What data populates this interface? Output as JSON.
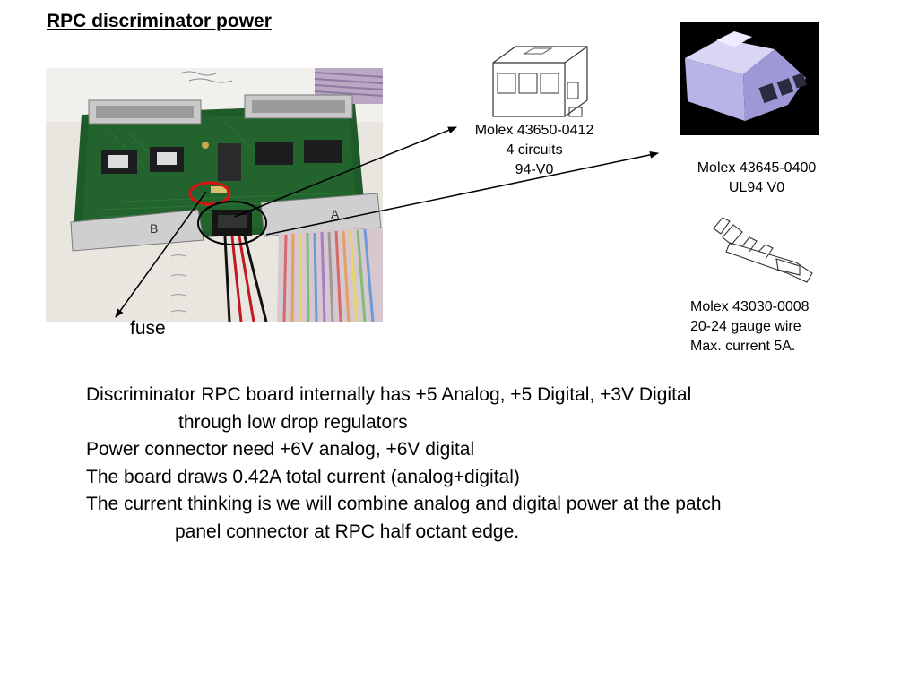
{
  "slide": {
    "title": "RPC discriminator power"
  },
  "photo_board": {
    "silkscreen_b": "B",
    "silkscreen_a": "A"
  },
  "connector_43650": {
    "part_number": "Molex 43650-0412",
    "circuits": "4 circuits",
    "rating": "94-V0"
  },
  "connector_43645": {
    "part_number": "Molex 43645-0400",
    "rating": "UL94 V0"
  },
  "terminal_43030": {
    "part_number": "Molex 43030-0008",
    "wire": "20-24 gauge wire",
    "current": "Max. current 5A."
  },
  "fuse_label": "fuse",
  "body": {
    "line1": "Discriminator RPC board internally has +5 Analog, +5 Digital, +3V Digital",
    "line2": "through low drop regulators",
    "line3": "Power connector need +6V analog, +6V digital",
    "line4": "The board draws 0.42A total current (analog+digital)",
    "line5": "The current thinking is we will combine analog and digital power at the patch",
    "line6": "panel connector at RPC half octant edge."
  },
  "colors": {
    "pcb_green": "#1f5a2a",
    "highlight_red": "#e01010",
    "arrow": "#000000"
  }
}
